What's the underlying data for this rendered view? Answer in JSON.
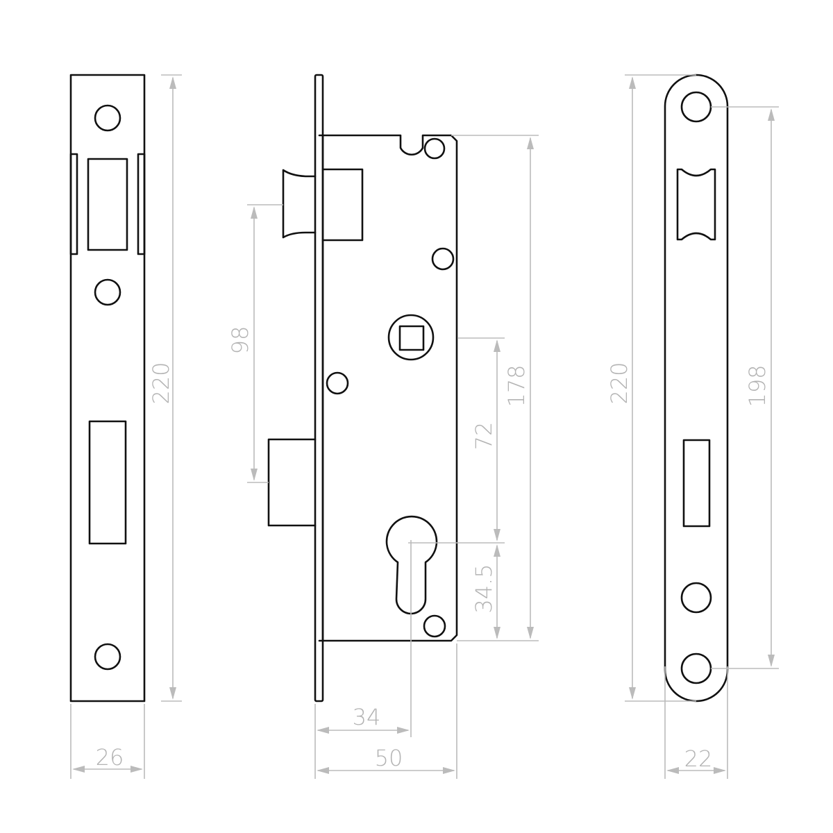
{
  "drawing": {
    "title": "Mortise lock technical drawing",
    "colors": {
      "outline": "#111111",
      "dimension": "#bbbbbb",
      "background": "#ffffff"
    },
    "views": [
      {
        "name": "faceplate-front",
        "dimensions": {
          "height": "220",
          "width": "26"
        }
      },
      {
        "name": "lock-body-side",
        "dimensions": {
          "backset_total": "50",
          "backset_cylinder": "34",
          "body_height": "178",
          "handle_to_cylinder": "72",
          "cylinder_to_bottom": "34.5",
          "bolt_spacing": "98"
        }
      },
      {
        "name": "strike-plate",
        "dimensions": {
          "height": "220",
          "hole_spacing": "198",
          "width": "22"
        }
      }
    ]
  },
  "labels": {
    "left_height": "220",
    "left_width": "26",
    "mid_98": "98",
    "mid_178": "178",
    "mid_72": "72",
    "mid_345": "34.5",
    "mid_34": "34",
    "mid_50": "50",
    "right_height": "220",
    "right_198": "198",
    "right_width": "22"
  }
}
